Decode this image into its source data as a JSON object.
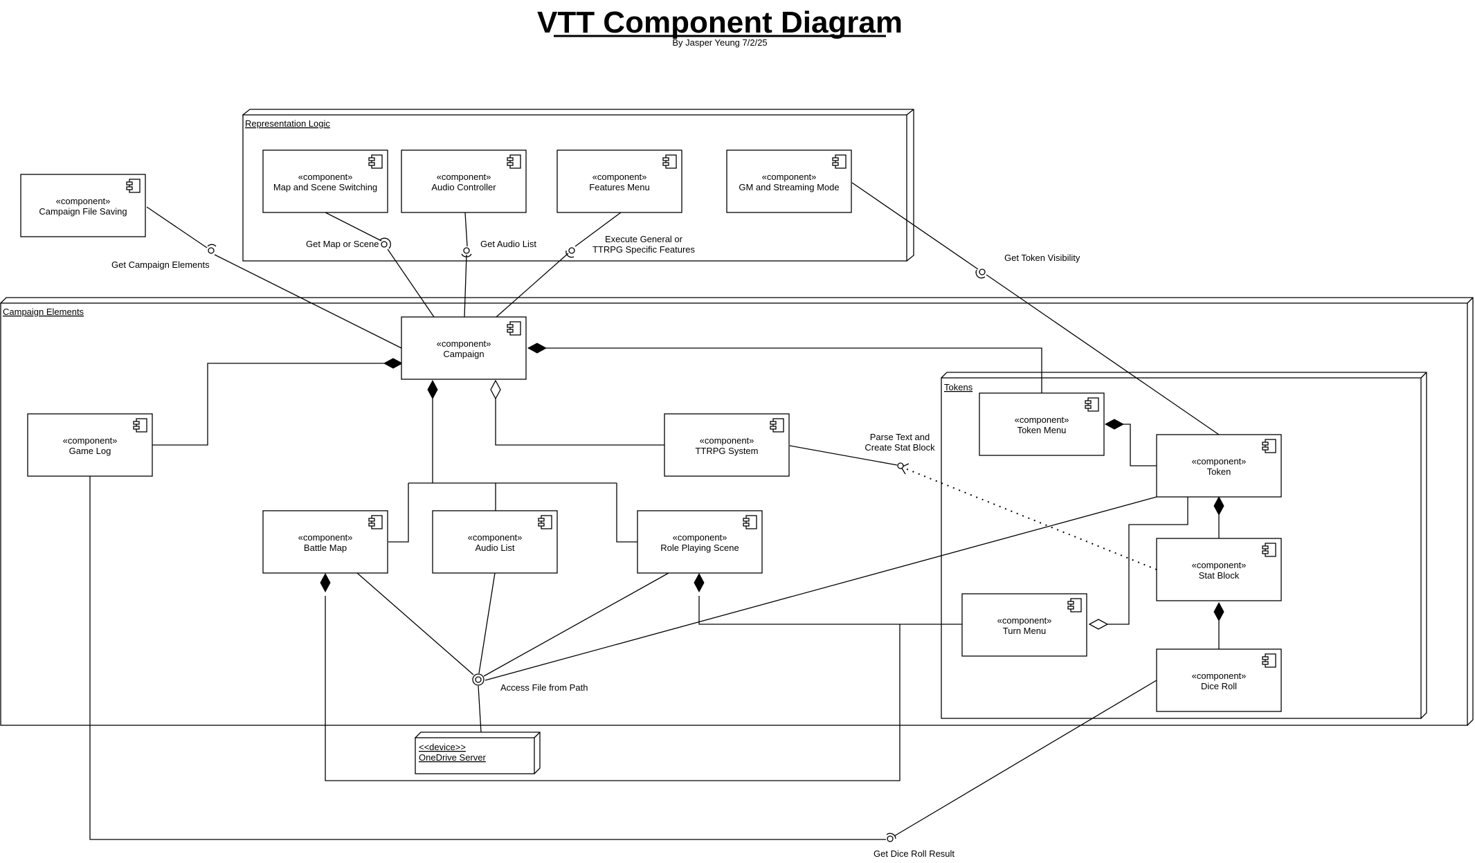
{
  "title": "VTT Component Diagram",
  "subtitle": "By Jasper Yeung 7/2/25",
  "packages": {
    "representation_logic": "Representation Logic",
    "campaign_elements": "Campaign Elements",
    "tokens": "Tokens"
  },
  "stereotype": "«component»",
  "components": {
    "map_scene_switching": "Map and Scene Switching",
    "audio_controller": "Audio Controller",
    "features_menu": "Features Menu",
    "gm_streaming_mode": "GM and Streaming Mode",
    "campaign_file_saving": "Campaign File Saving",
    "campaign": "Campaign",
    "game_log": "Game Log",
    "ttrpg_system": "TTRPG System",
    "battle_map": "Battle Map",
    "audio_list": "Audio List",
    "role_playing_scene": "Role Playing Scene",
    "token_menu": "Token Menu",
    "token": "Token",
    "stat_block": "Stat Block",
    "turn_menu": "Turn Menu",
    "dice_roll": "Dice Roll"
  },
  "device": {
    "stereotype": "<<device>>",
    "name": "OneDrive Server"
  },
  "interfaces": {
    "get_map_or_scene": "Get Map or Scene",
    "get_audio_list": "Get Audio List",
    "execute_features_line1": "Execute General or",
    "execute_features_line2": "TTRPG Specific Features",
    "get_campaign_elements": "Get Campaign Elements",
    "get_token_visibility": "Get Token Visibility",
    "parse_text_line1": "Parse Text and",
    "parse_text_line2": "Create Stat Block",
    "access_file_from_path": "Access File from Path",
    "get_dice_roll_result": "Get Dice Roll Result"
  }
}
